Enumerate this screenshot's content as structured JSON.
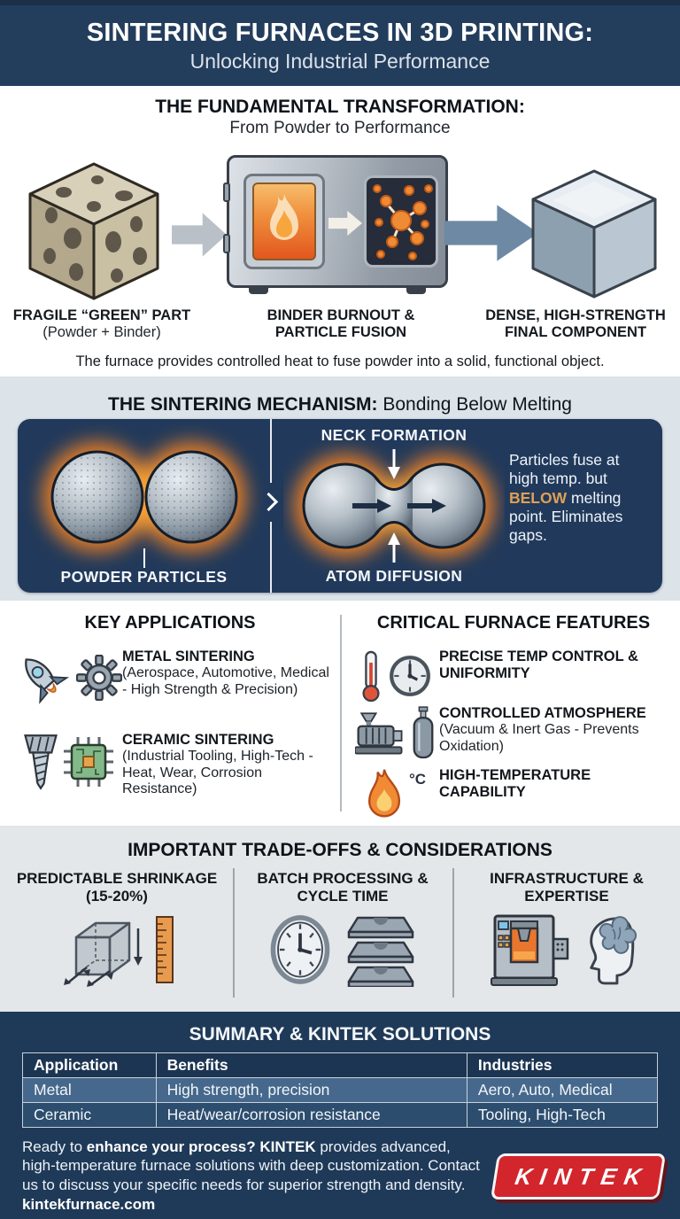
{
  "colors": {
    "navy": "#223C5C",
    "panel_navy": "#21395B",
    "light_bg": "#DCE3E9",
    "light_bg2": "#E3E7EA",
    "orange_glow": "#EE7F22",
    "gold_highlight": "#DFA054",
    "logo_red": "#D2262C",
    "steel_arrow": "#6E89A4",
    "gray_arrow": "#B9C0C8"
  },
  "header": {
    "title": "SINTERING FURNACES IN 3D PRINTING:",
    "subtitle": "Unlocking Industrial Performance"
  },
  "transformation": {
    "title": "THE FUNDAMENTAL TRANSFORMATION:",
    "subtitle": "From Powder to Performance",
    "stages": [
      {
        "icon": "porous-green-part-icon",
        "line1": "FRAGILE “GREEN” PART",
        "line2": "(Powder + Binder)"
      },
      {
        "icon": "sintering-furnace-icon",
        "line1": "BINDER BURNOUT &",
        "line2": "PARTICLE FUSION"
      },
      {
        "icon": "dense-metal-cube-icon",
        "line1": "DENSE, HIGH-STRENGTH",
        "line2": "FINAL COMPONENT"
      }
    ],
    "caption": "The furnace provides controlled heat to fuse powder into a solid, functional object."
  },
  "mechanism": {
    "title": "THE SINTERING MECHANISM:",
    "subtitle": " Bonding Below Melting",
    "powder_label": "POWDER PARTICLES",
    "neck_label": "NECK FORMATION",
    "diffusion_label": "ATOM DIFFUSION",
    "note_pre": "Particles fuse at high temp. but ",
    "note_highlight": "BELOW",
    "note_post": " melting point. Eliminates gaps."
  },
  "applications": {
    "title": "KEY APPLICATIONS",
    "items": [
      {
        "icons": [
          "rocket-icon",
          "gear-icon"
        ],
        "heading": "METAL SINTERING",
        "desc": "(Aerospace, Automotive, Medical - High Strength & Precision)"
      },
      {
        "icons": [
          "screw-icon",
          "microchip-icon"
        ],
        "heading": "CERAMIC SINTERING",
        "desc": "(Industrial Tooling, High-Tech - Heat, Wear, Corrosion Resistance)"
      }
    ]
  },
  "features": {
    "title": "CRITICAL FURNACE FEATURES",
    "items": [
      {
        "icons": [
          "thermometer-icon",
          "gauge-icon"
        ],
        "heading": "PRECISE TEMP CONTROL & UNIFORMITY",
        "desc": ""
      },
      {
        "icons": [
          "vacuum-pump-icon",
          "gas-cylinder-icon"
        ],
        "heading": "CONTROLLED ATMOSPHERE",
        "desc": "(Vacuum & Inert Gas - Prevents Oxidation)"
      },
      {
        "icons": [
          "flame-icon"
        ],
        "heading": "HIGH-TEMPERATURE CAPABILITY",
        "desc": "",
        "temp_label": "°C"
      }
    ]
  },
  "tradeoffs": {
    "title": "IMPORTANT TRADE-OFFS & CONSIDERATIONS",
    "columns": [
      {
        "heading": "PREDICTABLE SHRINKAGE (15-20%)",
        "icons": [
          "shrinkage-cube-icon",
          "ruler-icon"
        ]
      },
      {
        "heading": "BATCH PROCESSING & CYCLE TIME",
        "icons": [
          "clock-icon",
          "tray-stack-icon"
        ]
      },
      {
        "heading": "INFRASTRUCTURE & EXPERTISE",
        "icons": [
          "furnace-machine-icon",
          "expertise-head-icon"
        ]
      }
    ]
  },
  "summary": {
    "title": "SUMMARY & KINTEK SOLUTIONS",
    "table": {
      "headers": [
        "Application",
        "Benefits",
        "Industries"
      ],
      "rows": [
        [
          "Metal",
          "High strength, precision",
          "Aero, Auto, Medical"
        ],
        [
          "Ceramic",
          "Heat/wear/corrosion resistance",
          "Tooling, High-Tech"
        ]
      ]
    },
    "cta_pre": "Ready to ",
    "cta_bold": "enhance your process? KINTEK",
    "cta_post": " provides advanced, high-temperature furnace solutions with deep customization. Contact us to discuss your specific needs for superior strength and density.",
    "website": "kintekfurnace.com",
    "logo_text": "KINTEK"
  }
}
